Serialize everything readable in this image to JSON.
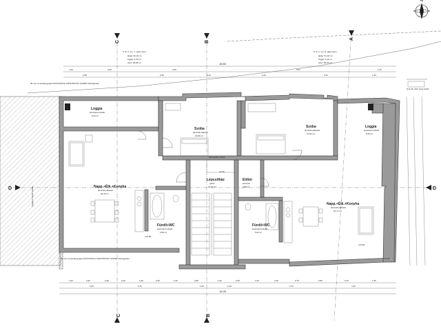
{
  "compass": {
    "label": "N"
  },
  "axes": {
    "top_left": "C",
    "top_mid": "B",
    "top_right": "A",
    "bottom_left": "C",
    "bottom_mid": "B",
    "left": "D",
    "right": "D"
  },
  "apartment_left": {
    "header": [
      "C fh. 2. em. 7. (alsó tesz.)",
      "lakás: 62,15 m²",
      "loggia: 3,53 m²",
      "össz: 65,68 m²"
    ],
    "rooms": {
      "loggia": {
        "name": "Loggia",
        "sub": "kerámia burkolat",
        "area": "9,31 m²"
      },
      "bedroom": {
        "name": "Szoba",
        "sub": "laminált parketta",
        "area": "13,84 m²"
      },
      "living": {
        "name": "Napp.+Étk.+Konyha",
        "sub": "laminált parketta",
        "area": "32,45 m²"
      },
      "bath": {
        "name": "Fürdő+WC",
        "sub": "kerámia burkolat",
        "area": "5,90 m²"
      }
    }
  },
  "apartment_right": {
    "header": [
      "C fh. 2. em. 8. (alsó tesz.)",
      "lakás: 61,94 m²",
      "loggia: 3,40 m²",
      "össz: 65,34 m²"
    ],
    "rooms": {
      "loggia": {
        "name": "Loggia",
        "sub": "kerámia burkolat",
        "area": "8,40 m²"
      },
      "bedroom": {
        "name": "Szoba",
        "sub": "laminált parketta",
        "area": "13,84 m²"
      },
      "living": {
        "name": "Napp.+Étk.+Konyha",
        "sub": "laminált parketta",
        "area": "31,71 m²"
      },
      "bath": {
        "name": "Fürdő+WC",
        "sub": "kerámia burkolat",
        "area": "5,62 m²"
      }
    }
  },
  "core": {
    "stair": {
      "name": "Lépcsőház",
      "sub": "gránit",
      "area": "21,51 m²"
    },
    "hall": {
      "name": "Előtér",
      "sub": "kerámia",
      "area": "4,68 m²"
    },
    "lift_label": "PEV-ELEK-AKNA"
  },
  "notes": {
    "roof_top": "90 mm-es ásványgyapot ROCKWOOL FRONTROCK SUPER hőszigetelés",
    "roof_bottom": "90 mm-es ásványgyapot ROCKWOOL FRONTROCK SUPER hőszigetelés",
    "right_top": "H=1,20, alsó üveg korlát",
    "left_vertical": "meglévő épület tűzfala"
  },
  "levels": {
    "a": "±0,00",
    "b": "p=6,60",
    "c": "p=6,60",
    "d": "p=6,45"
  },
  "dims_bottom_row1": [
    "1,00",
    "2,45",
    "0,30",
    "2,40",
    "1,00",
    "2,35",
    "1,20",
    "2,85",
    "1,00",
    "2,35",
    "1,00",
    "2,30",
    "0,75",
    "2,95",
    "0,75",
    "1,25"
  ],
  "dims_bottom_row2": [
    "3,45",
    "2,70",
    "1,20",
    "1,20",
    "2,70",
    "3,15"
  ],
  "dims_bottom_total": "14,00",
  "dims_top_row1": [
    "1,00",
    "3,45",
    "2,60",
    "6,47",
    "1,20"
  ],
  "dims_top_row2": [
    "2,68",
    "0,35",
    "0,44",
    "2,40",
    "0,44",
    "1,20"
  ],
  "dims_top_total": "18,80"
}
